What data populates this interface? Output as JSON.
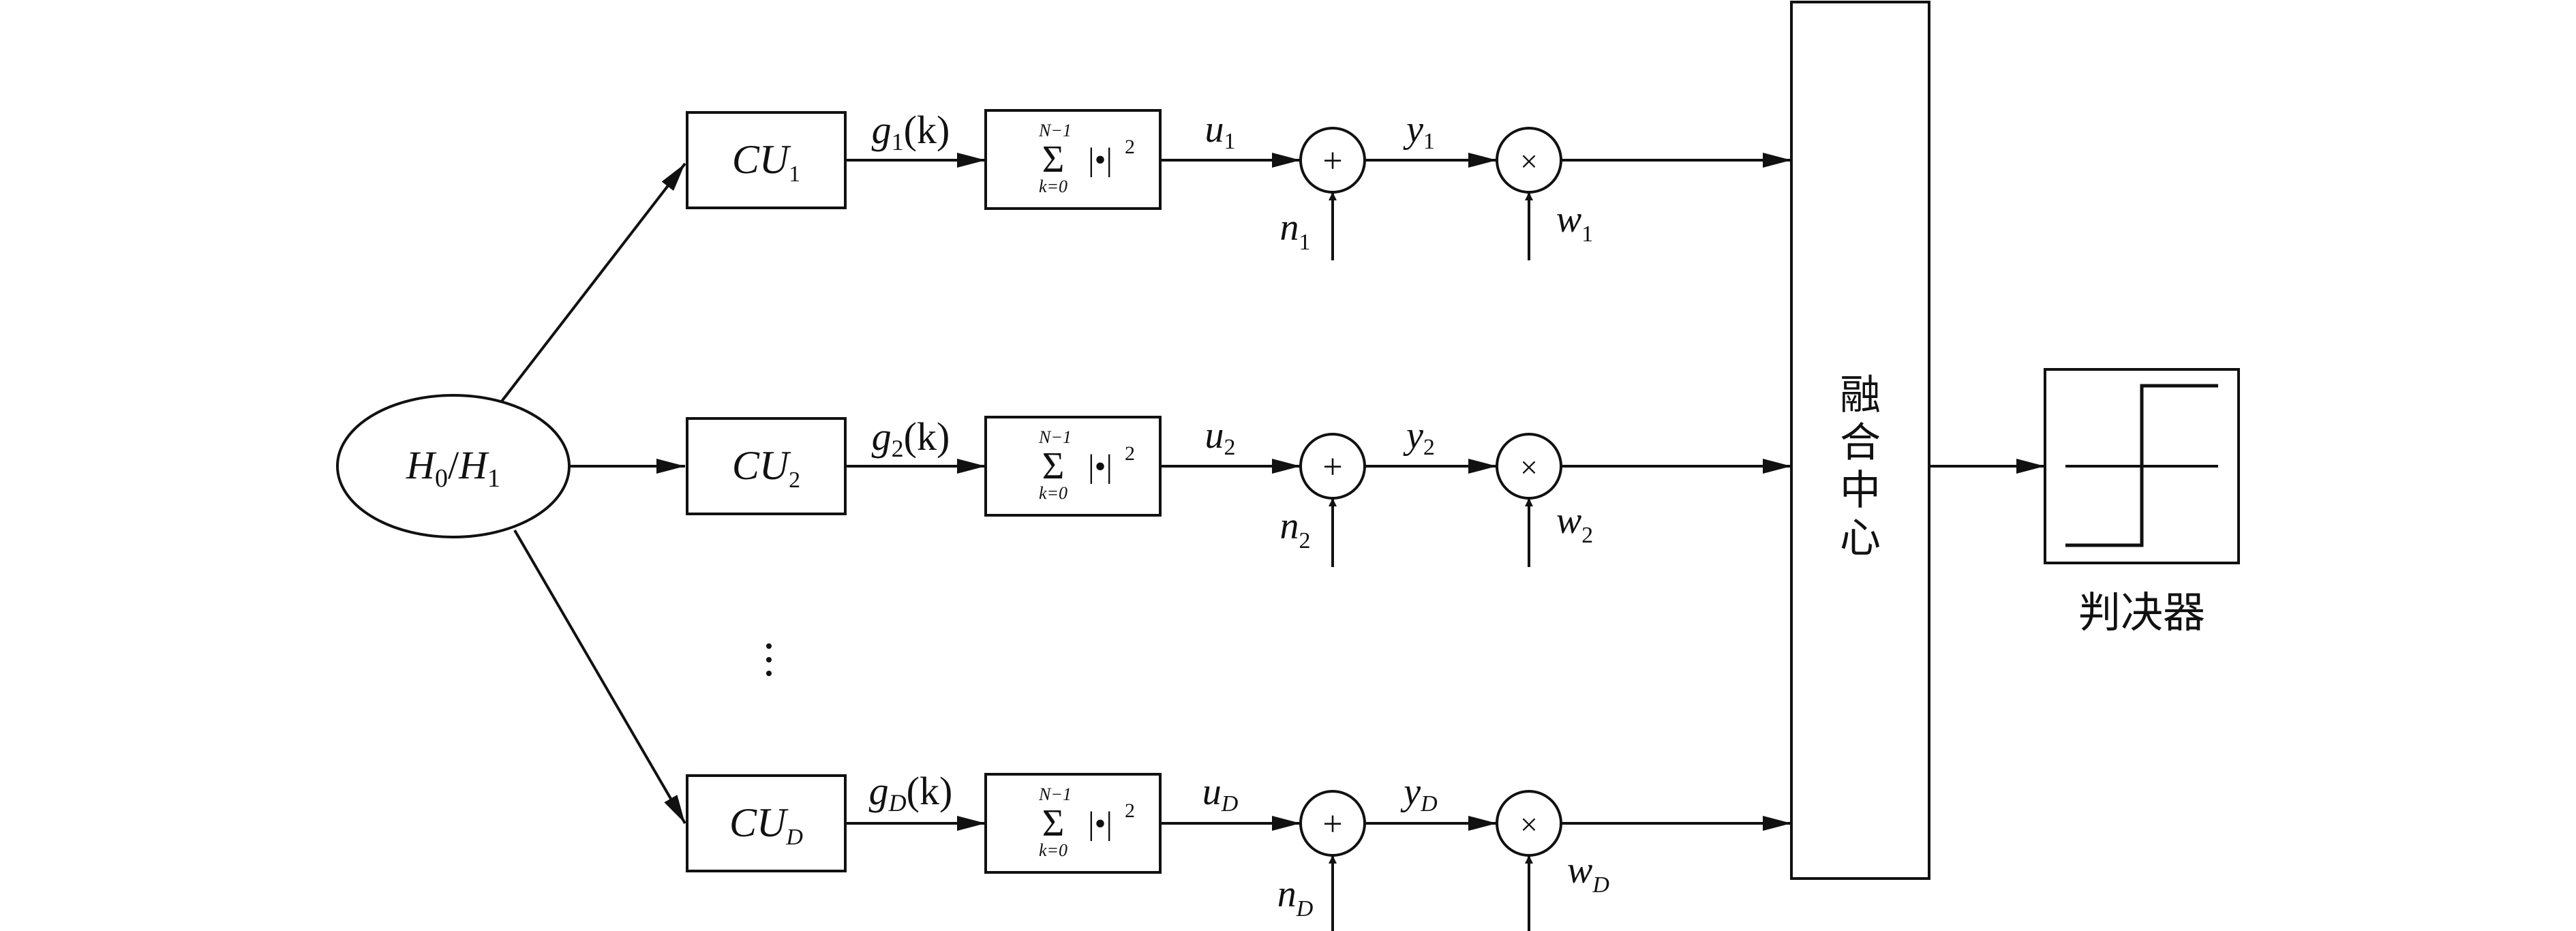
{
  "source_node": {
    "h0": "H",
    "h0_sub": "0",
    "slash": "/",
    "h1": "H",
    "h1_sub": "1"
  },
  "branches": [
    {
      "cu": "CU",
      "cu_sub": "1",
      "g": "g",
      "g_sub": "1",
      "g_arg": "(k)",
      "u": "u",
      "u_sub": "1",
      "y": "y",
      "y_sub": "1",
      "n": "n",
      "n_sub": "1",
      "w": "w",
      "w_sub": "1"
    },
    {
      "cu": "CU",
      "cu_sub": "2",
      "g": "g",
      "g_sub": "2",
      "g_arg": "(k)",
      "u": "u",
      "u_sub": "2",
      "y": "y",
      "y_sub": "2",
      "n": "n",
      "n_sub": "2",
      "w": "w",
      "w_sub": "2"
    },
    {
      "cu": "CU",
      "cu_sub": "D",
      "g": "g",
      "g_sub": "D",
      "g_arg": "(k)",
      "u": "u",
      "u_sub": "D",
      "y": "y",
      "y_sub": "D",
      "n": "n",
      "n_sub": "D",
      "w": "w",
      "w_sub": "D"
    }
  ],
  "summer_block": {
    "upper": "N−1",
    "sigma": "Σ",
    "lower": "k=0",
    "body": "|•|",
    "power": "2"
  },
  "adder_symbol": "+",
  "multiplier_symbol": "×",
  "ellipsis": "⋮",
  "fusion_center": {
    "chars": [
      "融",
      "合",
      "中",
      "心"
    ]
  },
  "decision": {
    "label": "判决器"
  }
}
